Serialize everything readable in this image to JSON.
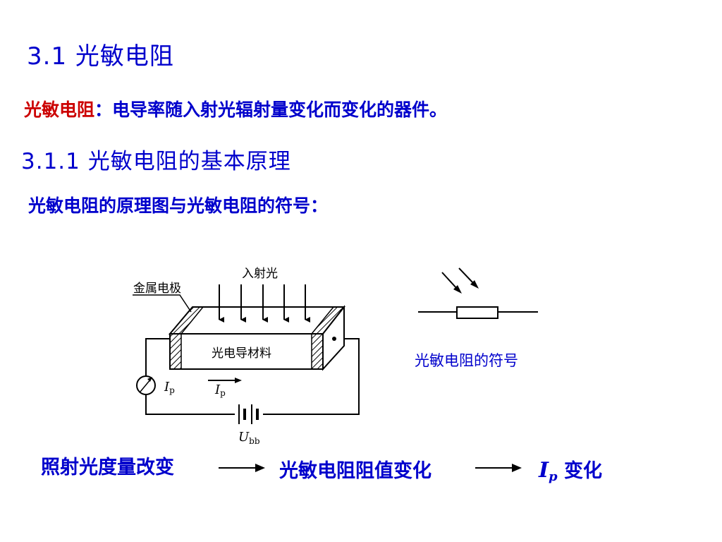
{
  "title": "3.1  光敏电阻",
  "definition": {
    "term": "光敏电阻",
    "text": "：电导率随入射光辐射量变化而变化的器件。"
  },
  "subtitle": "3.1.1   光敏电阻的基本原理",
  "caption": "光敏电阻的原理图与光敏电阻的符号：",
  "diagram": {
    "incident_light": "入射光",
    "metal_electrode": "金属电极",
    "material": "光电导材料",
    "meter_current": "I",
    "meter_current_sub": "p",
    "flow_current": "I",
    "flow_current_sub": "p",
    "battery": "U",
    "battery_sub": "bb"
  },
  "symbol_label": "光敏电阻的符号",
  "flow": {
    "step1": "照射光度量改变",
    "step2": "光敏电阻阻值变化",
    "ip_var": "I",
    "ip_sub": "p",
    "ip_text": " 变化"
  },
  "colors": {
    "heading": "#0000cc",
    "term": "#cc0000",
    "line": "#000000"
  }
}
